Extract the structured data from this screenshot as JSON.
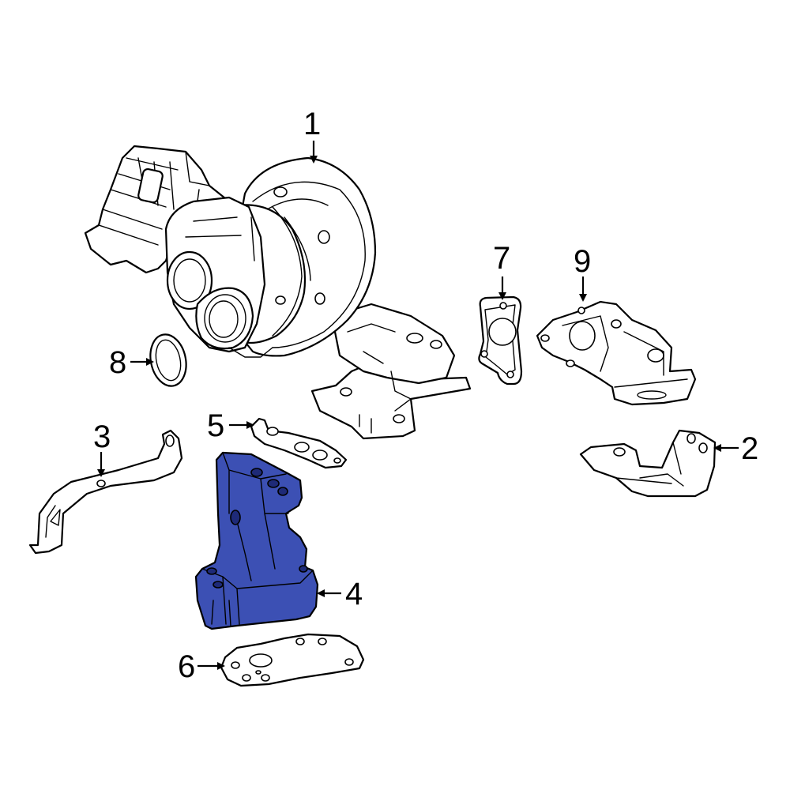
{
  "callouts": [
    {
      "id": "1",
      "label": "1"
    },
    {
      "id": "2",
      "label": "2"
    },
    {
      "id": "3",
      "label": "3"
    },
    {
      "id": "4",
      "label": "4"
    },
    {
      "id": "5",
      "label": "5"
    },
    {
      "id": "6",
      "label": "6"
    },
    {
      "id": "7",
      "label": "7"
    },
    {
      "id": "8",
      "label": "8"
    },
    {
      "id": "9",
      "label": "9"
    }
  ],
  "colors": {
    "highlight": "#3c50b4",
    "highlight_dark": "#1e2a78",
    "line": "#000000",
    "background": "#ffffff"
  }
}
